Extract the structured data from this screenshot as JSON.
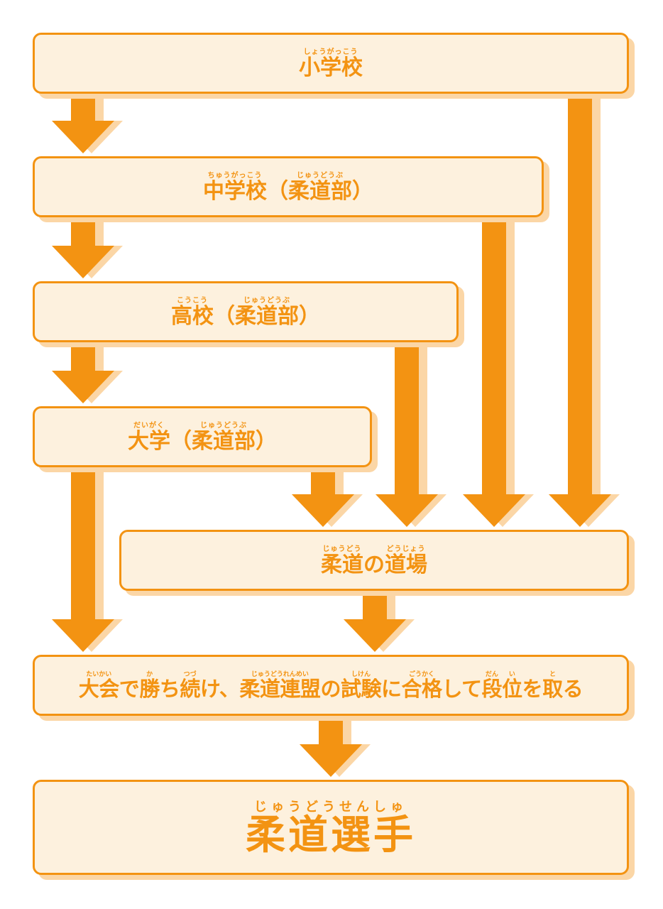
{
  "colors": {
    "stroke": "#f39312",
    "fill": "#fdf1de",
    "shadow": "#fbd6a6",
    "arrow": "#f39312",
    "arrow_shadow": "#fbd6a6"
  },
  "nodes": {
    "elementary": {
      "label": "小学校",
      "ruby": "しょうがっこう"
    },
    "junior_high": {
      "label": "中学校（柔道部）",
      "part1": {
        "kanji": "中学校",
        "ruby": "ちゅうがっこう"
      },
      "part2": {
        "kanji": "柔道部",
        "ruby": "じゅうどうぶ"
      }
    },
    "high_school": {
      "label": "高校（柔道部）",
      "part1": {
        "kanji": "高校",
        "ruby": "こうこう"
      },
      "part2": {
        "kanji": "柔道部",
        "ruby": "じゅうどうぶ"
      }
    },
    "university": {
      "label": "大学（柔道部）",
      "part1": {
        "kanji": "大学",
        "ruby": "だいがく"
      },
      "part2": {
        "kanji": "柔道部",
        "ruby": "じゅうどうぶ"
      }
    },
    "dojo": {
      "label": "柔道の道場",
      "part1": {
        "kanji": "柔道",
        "ruby": "じゅうどう"
      },
      "no": "の",
      "part2": {
        "kanji": "道場",
        "ruby": "どうじょう"
      }
    },
    "compete": {
      "label": "大会で勝ち続け、柔道連盟の試験に合格して段位を取る",
      "taikai": {
        "kanji": "大会",
        "ruby": "たいかい"
      },
      "de": "で",
      "ka": {
        "kanji": "勝",
        "ruby": "か"
      },
      "chi": "ち",
      "tsuzu": {
        "kanji": "続",
        "ruby": "つづ"
      },
      "ke": "け、",
      "renmei": {
        "kanji": "柔道連盟",
        "ruby": "じゅうどうれんめい"
      },
      "no": "の",
      "shiken": {
        "kanji": "試験",
        "ruby": "しけん"
      },
      "ni": "に",
      "goukaku": {
        "kanji": "合格",
        "ruby": "ごうかく"
      },
      "shite": "して",
      "dan": {
        "kanji": "段",
        "ruby": "だん"
      },
      "i": {
        "kanji": "位",
        "ruby": "い"
      },
      "wo": "を",
      "to": {
        "kanji": "取",
        "ruby": "と"
      },
      "ru": "る"
    },
    "athlete": {
      "label": "柔道選手",
      "ruby": "じゅうどうせんしゅ"
    }
  }
}
